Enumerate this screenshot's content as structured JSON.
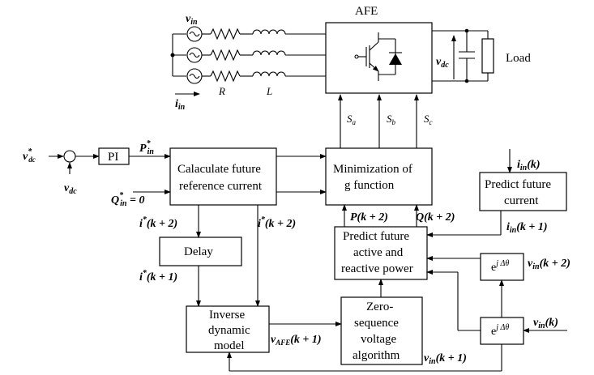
{
  "circuit": {
    "afe_label": "AFE",
    "load_label": "Load",
    "r_label": "R",
    "l_label": "L",
    "vin_label": "v",
    "vin_sub": "in",
    "iin_label": "i",
    "iin_sub": "in",
    "vdc_label": "v",
    "vdc_sub": "dc",
    "sa": "S",
    "sa_sub": "a",
    "sb": "S",
    "sb_sub": "b",
    "sc": "S",
    "sc_sub": "c"
  },
  "blocks": {
    "pi": "PI",
    "calc_line1": "Calaculate future",
    "calc_line2": "reference current",
    "min_line1": "Minimization of",
    "min_line2": "g function",
    "pred_cur_line1": "Predict future",
    "pred_cur_line2": "current",
    "delay": "Delay",
    "pred_pow_line1": "Predict future",
    "pred_pow_line2": "active and",
    "pred_pow_line3": "reactive power",
    "inv_line1": "Inverse",
    "inv_line2": "dynamic",
    "inv_line3": "model",
    "zero_line1": "Zero-",
    "zero_line2": "sequence",
    "zero_line3": "voltage",
    "zero_line4": "algorithm",
    "exp1_base": "e",
    "exp1_sup": "j Δθ",
    "exp2_base": "e",
    "exp2_sup": "j Δθ"
  },
  "signals": {
    "vdc_ref": "v",
    "vdc_ref_sup": "*",
    "vdc_ref_sub": "dc",
    "vdc_meas": "v",
    "vdc_meas_sub": "dc",
    "p_ref": "P",
    "p_ref_sup": "*",
    "p_ref_sub": "in",
    "q_ref": "Q",
    "q_ref_sup": "*",
    "q_ref_sub": "in",
    "q_ref_val": " = 0",
    "i_star_1": "i",
    "i_star_1_sup": "*",
    "i_star_1_arg": "(k + 2)",
    "i_star_2": "i",
    "i_star_2_sup": "*",
    "i_star_2_arg": "(k + 2)",
    "i_star_3": "i",
    "i_star_3_sup": "*",
    "i_star_3_arg": "(k + 1)",
    "pk2": "P(k + 2)",
    "qk2": "Q(k + 2)",
    "iin_k": "i",
    "iin_k_sub": "in",
    "iin_k_arg": "(k)",
    "iin_k1": "i",
    "iin_k1_sub": "in",
    "iin_k1_arg": "(k + 1)",
    "vin_k2": "v",
    "vin_k2_sub": "in",
    "vin_k2_arg": "(k + 2)",
    "vin_k": "v",
    "vin_k_sub": "in",
    "vin_k_arg": "(k)",
    "vin_k1": "v",
    "vin_k1_sub": "in",
    "vin_k1_arg": "(k + 1)",
    "vafe": "v",
    "vafe_sub": "AFE",
    "vafe_arg": "(k + 1)"
  }
}
